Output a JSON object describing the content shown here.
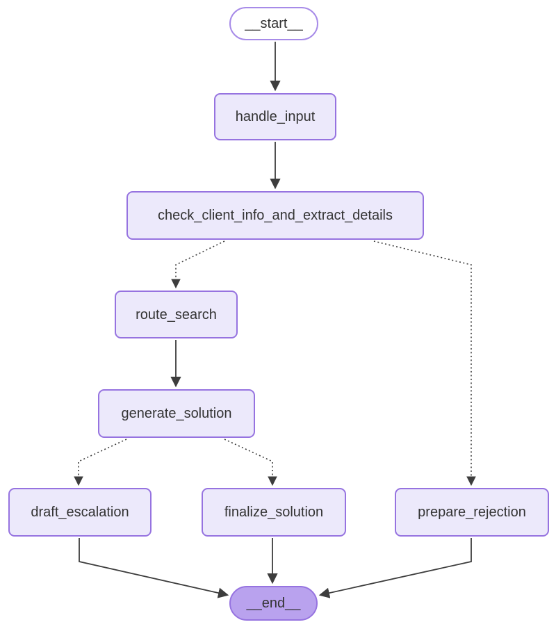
{
  "diagram": {
    "type": "flowchart",
    "direction": "top-down",
    "colors": {
      "node_fill": "#ece9fb",
      "node_border": "#9673e0",
      "start_fill": "#ffffff",
      "start_border": "#a78be8",
      "end_fill": "#b9a2ee",
      "end_border": "#9673e0",
      "edge_color": "#3d3d3d",
      "text_color": "#333333",
      "background": "#ffffff"
    },
    "nodes": [
      {
        "id": "__start__",
        "label": "__start__",
        "shape": "pill",
        "variant": "start"
      },
      {
        "id": "handle_input",
        "label": "handle_input",
        "shape": "rect",
        "variant": "default"
      },
      {
        "id": "check_client_info_and_extract_details",
        "label": "check_client_info_and_extract_details",
        "shape": "rect",
        "variant": "default"
      },
      {
        "id": "route_search",
        "label": "route_search",
        "shape": "rect",
        "variant": "default"
      },
      {
        "id": "generate_solution",
        "label": "generate_solution",
        "shape": "rect",
        "variant": "default"
      },
      {
        "id": "draft_escalation",
        "label": "draft_escalation",
        "shape": "rect",
        "variant": "default"
      },
      {
        "id": "finalize_solution",
        "label": "finalize_solution",
        "shape": "rect",
        "variant": "default"
      },
      {
        "id": "prepare_rejection",
        "label": "prepare_rejection",
        "shape": "rect",
        "variant": "default"
      },
      {
        "id": "__end__",
        "label": "__end__",
        "shape": "pill",
        "variant": "end"
      }
    ],
    "edges": [
      {
        "from": "__start__",
        "to": "handle_input",
        "style": "solid"
      },
      {
        "from": "handle_input",
        "to": "check_client_info_and_extract_details",
        "style": "solid"
      },
      {
        "from": "check_client_info_and_extract_details",
        "to": "route_search",
        "style": "dotted"
      },
      {
        "from": "check_client_info_and_extract_details",
        "to": "prepare_rejection",
        "style": "dotted"
      },
      {
        "from": "route_search",
        "to": "generate_solution",
        "style": "solid"
      },
      {
        "from": "generate_solution",
        "to": "draft_escalation",
        "style": "dotted"
      },
      {
        "from": "generate_solution",
        "to": "finalize_solution",
        "style": "dotted"
      },
      {
        "from": "draft_escalation",
        "to": "__end__",
        "style": "solid"
      },
      {
        "from": "finalize_solution",
        "to": "__end__",
        "style": "solid"
      },
      {
        "from": "prepare_rejection",
        "to": "__end__",
        "style": "solid"
      }
    ]
  }
}
